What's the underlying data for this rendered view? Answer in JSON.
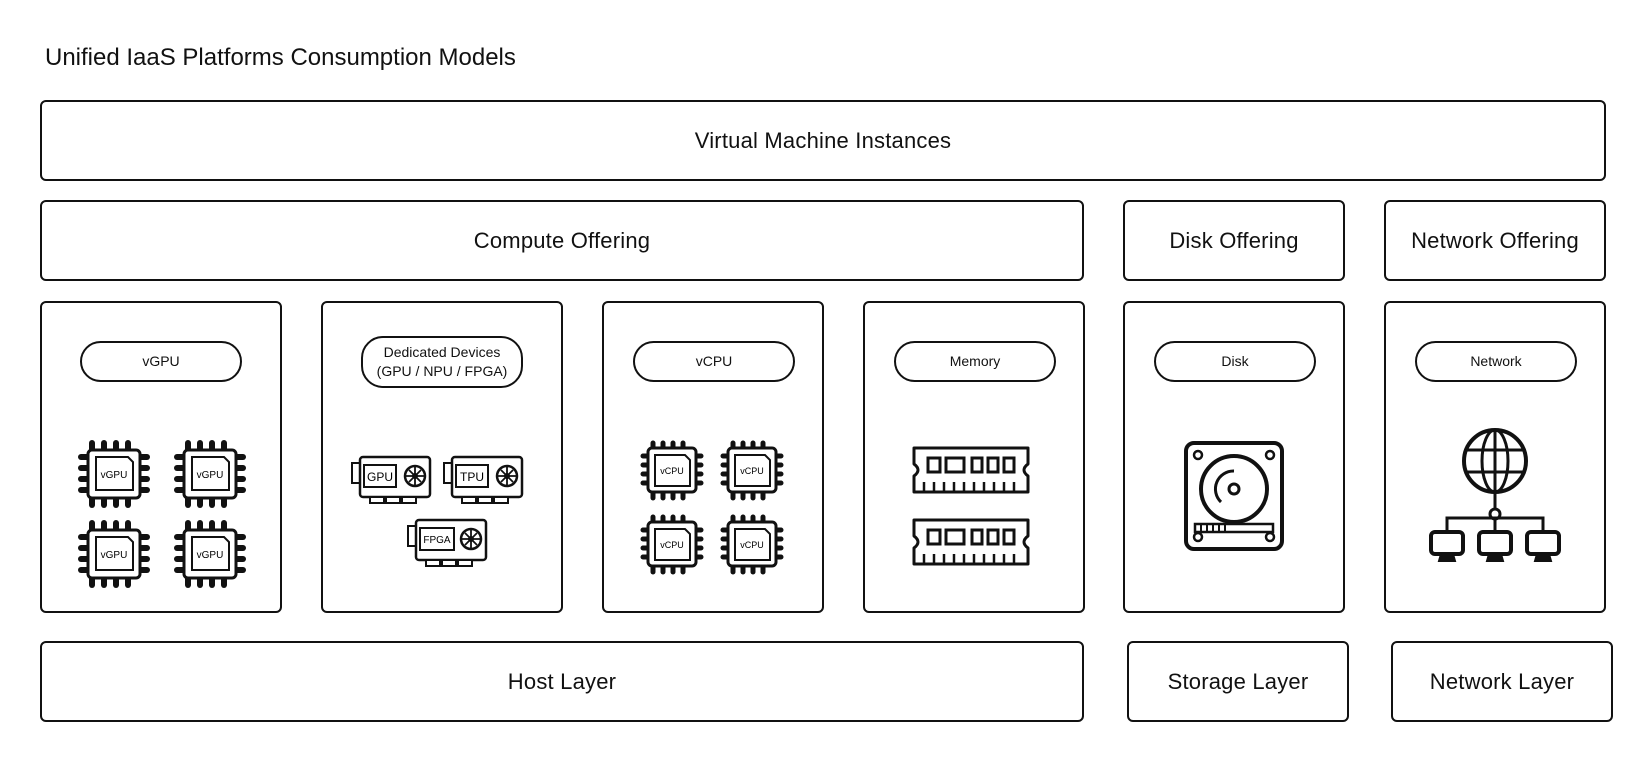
{
  "title": "Unified IaaS Platforms Consumption Models",
  "vm_layer": "Virtual Machine Instances",
  "offerings": {
    "compute": "Compute Offering",
    "disk": "Disk Offering",
    "network": "Network Offering"
  },
  "resources": {
    "vgpu": {
      "label": "vGPU",
      "chip_label": "vGPU"
    },
    "dedicated": {
      "line1": "Dedicated Devices",
      "line2": "(GPU / NPU / FPGA)",
      "cards": [
        "GPU",
        "TPU",
        "FPGA"
      ]
    },
    "vcpu": {
      "label": "vCPU",
      "chip_label": "vCPU"
    },
    "memory": {
      "label": "Memory"
    },
    "disk": {
      "label": "Disk"
    },
    "network": {
      "label": "Network"
    }
  },
  "layers": {
    "host": "Host Layer",
    "storage": "Storage Layer",
    "network": "Network Layer"
  },
  "icons": [
    "chip-icon",
    "gpu-card-icon",
    "memory-module-icon",
    "hard-drive-icon",
    "globe-network-icon"
  ]
}
